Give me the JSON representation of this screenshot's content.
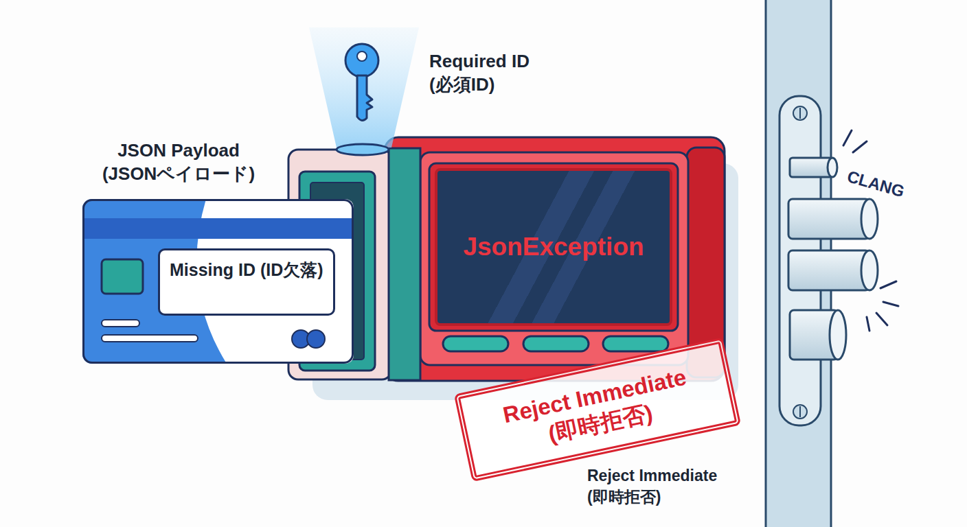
{
  "diagram": {
    "nodes": [
      {
        "text": [
          "JSON Payload (JSONペイロード)"
        ]
      },
      {
        "text": [
          "Missing ID (ID欠落)"
        ],
        "in": 0
      },
      {
        "text": [
          "JsonException"
        ]
      },
      {
        "text": [
          "Reject Immediate (即時拒否)"
        ]
      }
    ],
    "labels": [
      "Required ID (必須ID)",
      "CLANG",
      "Reject Immediate (即時拒否)"
    ]
  }
}
